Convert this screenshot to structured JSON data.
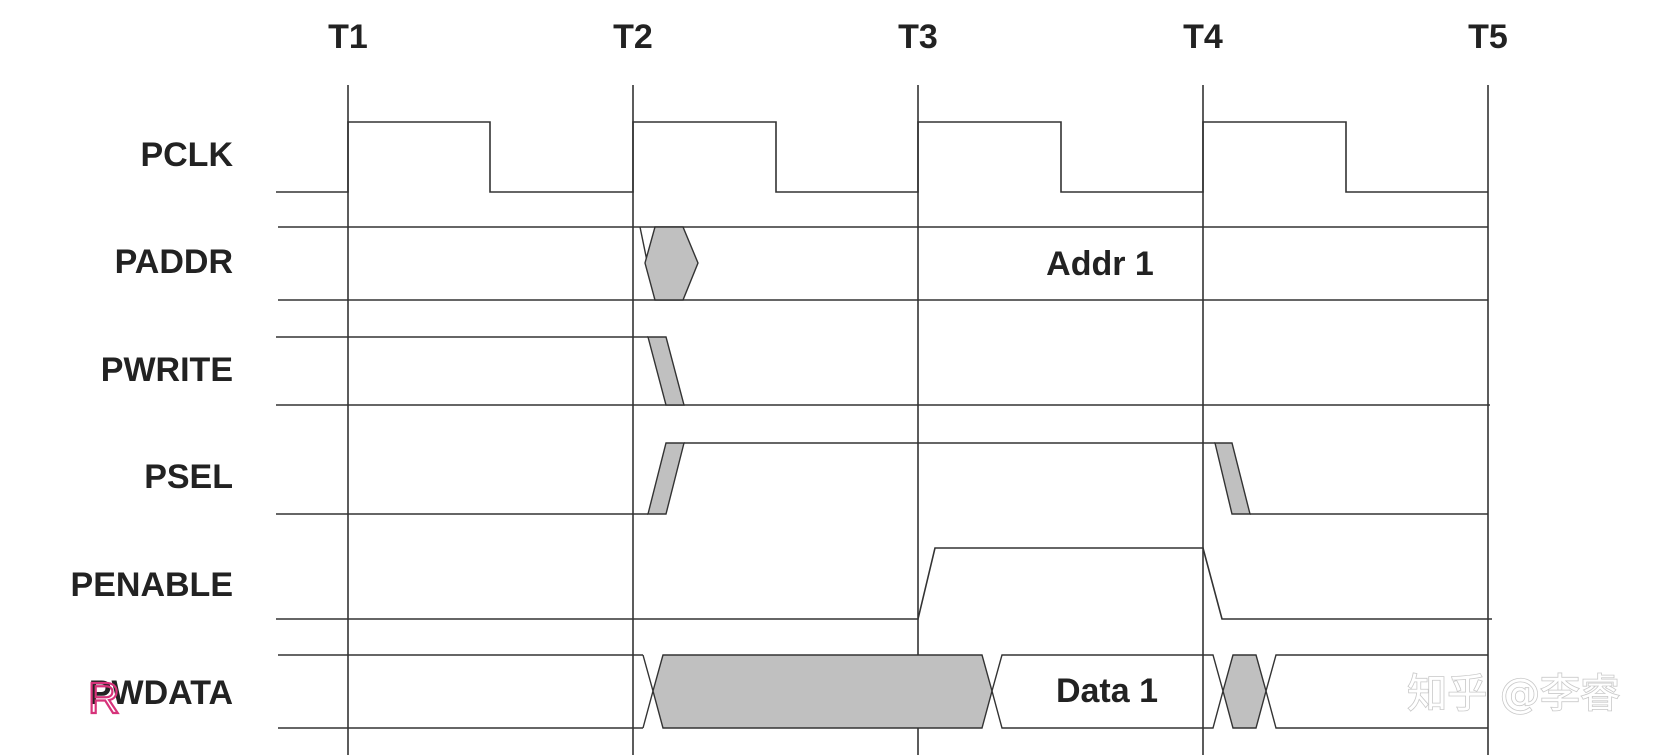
{
  "diagram": {
    "time_markers": [
      "T1",
      "T2",
      "T3",
      "T4",
      "T5"
    ],
    "signals": [
      {
        "id": "pclk",
        "label": "PCLK"
      },
      {
        "id": "paddr",
        "label": "PADDR",
        "value": "Addr 1"
      },
      {
        "id": "pwrite",
        "label": "PWRITE"
      },
      {
        "id": "psel",
        "label": "PSEL"
      },
      {
        "id": "penable",
        "label": "PENABLE"
      },
      {
        "id": "pwdata",
        "label": "PWDATA",
        "value": "Data 1",
        "overlay_char": "R"
      }
    ],
    "colors": {
      "line": "#333333",
      "shade": "#c0c0c0",
      "overlay": "#d6337a",
      "watermark": "#c8c8c8"
    },
    "watermark": "知乎 @李睿"
  }
}
